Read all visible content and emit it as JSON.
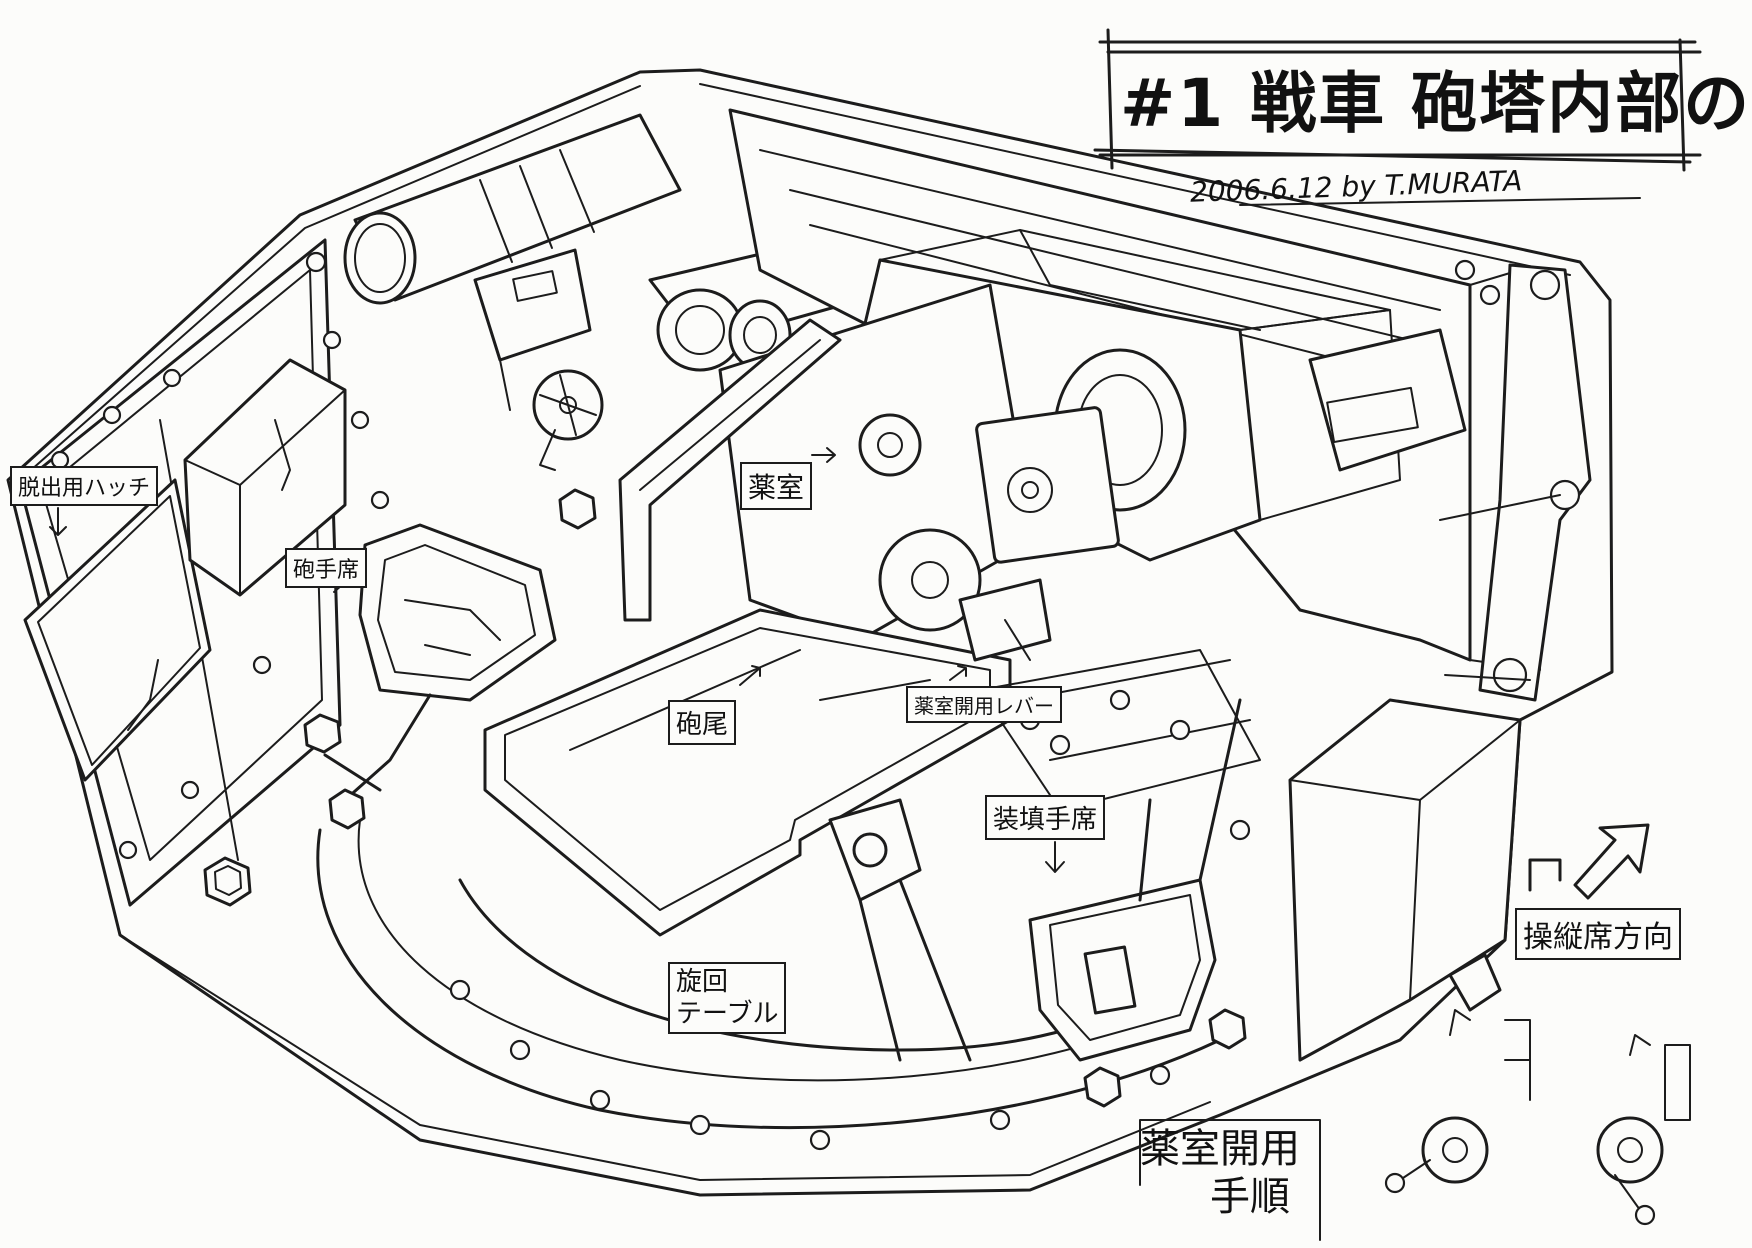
{
  "title": "#1 戦車 砲塔内部の",
  "date_signature": "2006.6.12 by T.MURATA",
  "labels": {
    "escape_hatch": "脱出用ハッチ",
    "gunner_seat": "砲手席",
    "chamber": "薬室",
    "breech": "砲尾",
    "chamber_lever": "薬室開用レバー",
    "loader_seat": "装填手席",
    "turntable": [
      "旋回",
      "テーブル"
    ],
    "driver_direction": "操縦席方向",
    "procedure": [
      "薬室開用",
      "手順"
    ]
  }
}
